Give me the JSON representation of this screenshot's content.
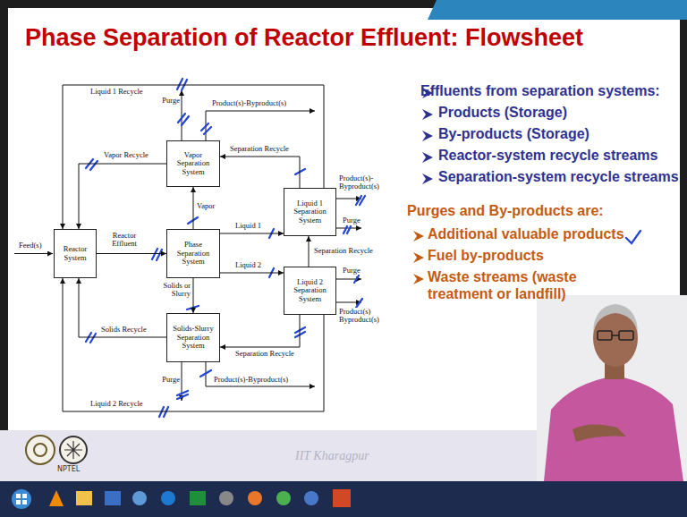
{
  "diagram": {
    "title": "Phase Separation of Reactor Effluent: Flowsheet",
    "nodes": [
      {
        "text": [
          "Reactor System"
        ]
      },
      {
        "text": [
          "Vapor Separation System"
        ]
      },
      {
        "text": [
          "Phase Separation System"
        ]
      },
      {
        "text": [
          "Solids-Slurry Separation System"
        ]
      },
      {
        "text": [
          "Liquid 1 Separation System"
        ]
      },
      {
        "text": [
          "Liquid 2 Separation System"
        ]
      }
    ],
    "edges": [
      {
        "from": 0,
        "to": 2,
        "label": "Reactor Effluent",
        "arrow": "to"
      },
      {
        "from": 2,
        "to": 1,
        "label": "Vapor",
        "arrow": "to"
      },
      {
        "from": 2,
        "to": 4,
        "label": "Liquid 1",
        "arrow": "to"
      },
      {
        "from": 2,
        "to": 5,
        "label": "Liquid 2",
        "arrow": "to"
      },
      {
        "from": 2,
        "to": 3,
        "label": "Solids or Slurry",
        "arrow": "to"
      },
      {
        "from": 1,
        "to": 0,
        "label": "Vapor Recycle",
        "arrow": "to"
      },
      {
        "from": 3,
        "to": 0,
        "label": "Solids Recycle",
        "arrow": "to"
      },
      {
        "from": 4,
        "to": 0,
        "label": "Liquid 1 Recycle",
        "arrow": "to"
      },
      {
        "from": 5,
        "to": 0,
        "label": "Liquid 2 Recycle",
        "arrow": "to"
      },
      {
        "from": 4,
        "to": 1,
        "label": "Separation Recycle",
        "arrow": "to"
      },
      {
        "from": 5,
        "to": 4,
        "label": "Separation Recycle",
        "arrow": "to"
      },
      {
        "from": 5,
        "to": 3,
        "label": "Separation Recycle",
        "arrow": "to"
      }
    ],
    "labels": [
      "Feed(s)",
      "Purge",
      "Product(s)-Byproduct(s)",
      "Product(s)- Byproduct(s)",
      "Purge",
      "Purge",
      "Product(s) Byproduct(s)",
      "Purge",
      "Product(s)-Byproduct(s)",
      "Effluents from separation systems:",
      "Products (Storage)",
      "By-products (Storage)",
      "Reactor-system recycle streams",
      "Separation-system recycle streams",
      "Purges and By-products are:",
      "Additional valuable products",
      "Fuel by-products",
      "Waste streams (waste treatment or landfill)",
      "NPTEL",
      "IIT Kharagpur"
    ]
  }
}
